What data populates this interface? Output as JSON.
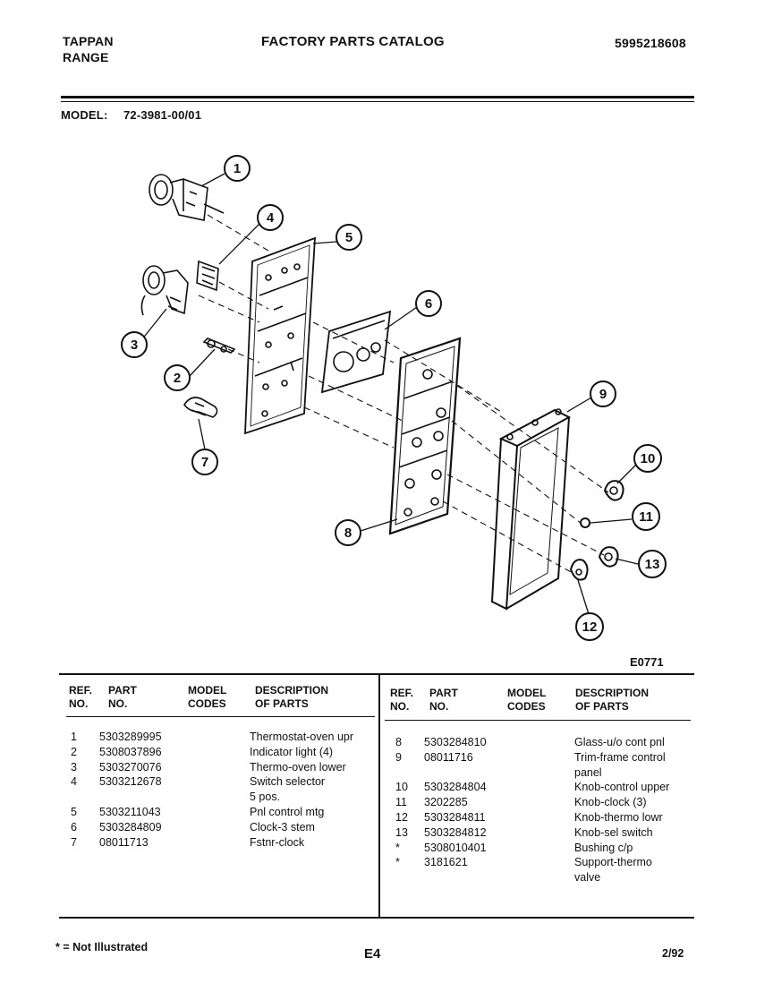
{
  "header": {
    "brand_line1": "TAPPAN",
    "brand_line2": "RANGE",
    "catalog_title": "FACTORY PARTS CATALOG",
    "catalog_number": "5995218608",
    "model_label": "MODEL:",
    "model_value": "72-3981-00/01"
  },
  "diagram": {
    "figure_code": "E0771",
    "callouts": [
      "1",
      "2",
      "3",
      "4",
      "5",
      "6",
      "7",
      "8",
      "9",
      "10",
      "11",
      "12",
      "13"
    ]
  },
  "table": {
    "headers": {
      "ref_line1": "REF.",
      "ref_line2": "NO.",
      "part_line1": "PART",
      "part_line2": "NO.",
      "model_line1": "MODEL",
      "model_line2": "CODES",
      "desc_line1": "DESCRIPTION",
      "desc_line2": "OF PARTS"
    },
    "left_rows": [
      {
        "ref": "1",
        "part": "5303289995",
        "desc": "Thermostat-oven upr"
      },
      {
        "ref": "2",
        "part": "5308037896",
        "desc": "Indicator light (4)"
      },
      {
        "ref": "3",
        "part": "5303270076",
        "desc": "Thermo-oven lower"
      },
      {
        "ref": "4",
        "part": "5303212678",
        "desc": "Switch selector"
      },
      {
        "ref": "",
        "part": "",
        "desc": "5 pos."
      },
      {
        "ref": "5",
        "part": "5303211043",
        "desc": "Pnl control mtg"
      },
      {
        "ref": "6",
        "part": "5303284809",
        "desc": "Clock-3 stem"
      },
      {
        "ref": "7",
        "part": "08011713",
        "desc": "Fstnr-clock"
      }
    ],
    "right_rows": [
      {
        "ref": "8",
        "part": "5303284810",
        "desc": "Glass-u/o cont pnl"
      },
      {
        "ref": "9",
        "part": "08011716",
        "desc": "Trim-frame control"
      },
      {
        "ref": "",
        "part": "",
        "desc": "panel"
      },
      {
        "ref": "10",
        "part": "5303284804",
        "desc": "Knob-control upper"
      },
      {
        "ref": "11",
        "part": "3202285",
        "desc": "Knob-clock (3)"
      },
      {
        "ref": "12",
        "part": "5303284811",
        "desc": "Knob-thermo lowr"
      },
      {
        "ref": "13",
        "part": "5303284812",
        "desc": "Knob-sel switch"
      },
      {
        "ref": "*",
        "part": "5308010401",
        "desc": "Bushing c/p"
      },
      {
        "ref": "*",
        "part": "3181621",
        "desc": "Support-thermo"
      },
      {
        "ref": "",
        "part": "",
        "desc": "valve"
      }
    ]
  },
  "footer": {
    "note": "* = Not Illustrated",
    "page_code": "E4",
    "date": "2/92"
  }
}
